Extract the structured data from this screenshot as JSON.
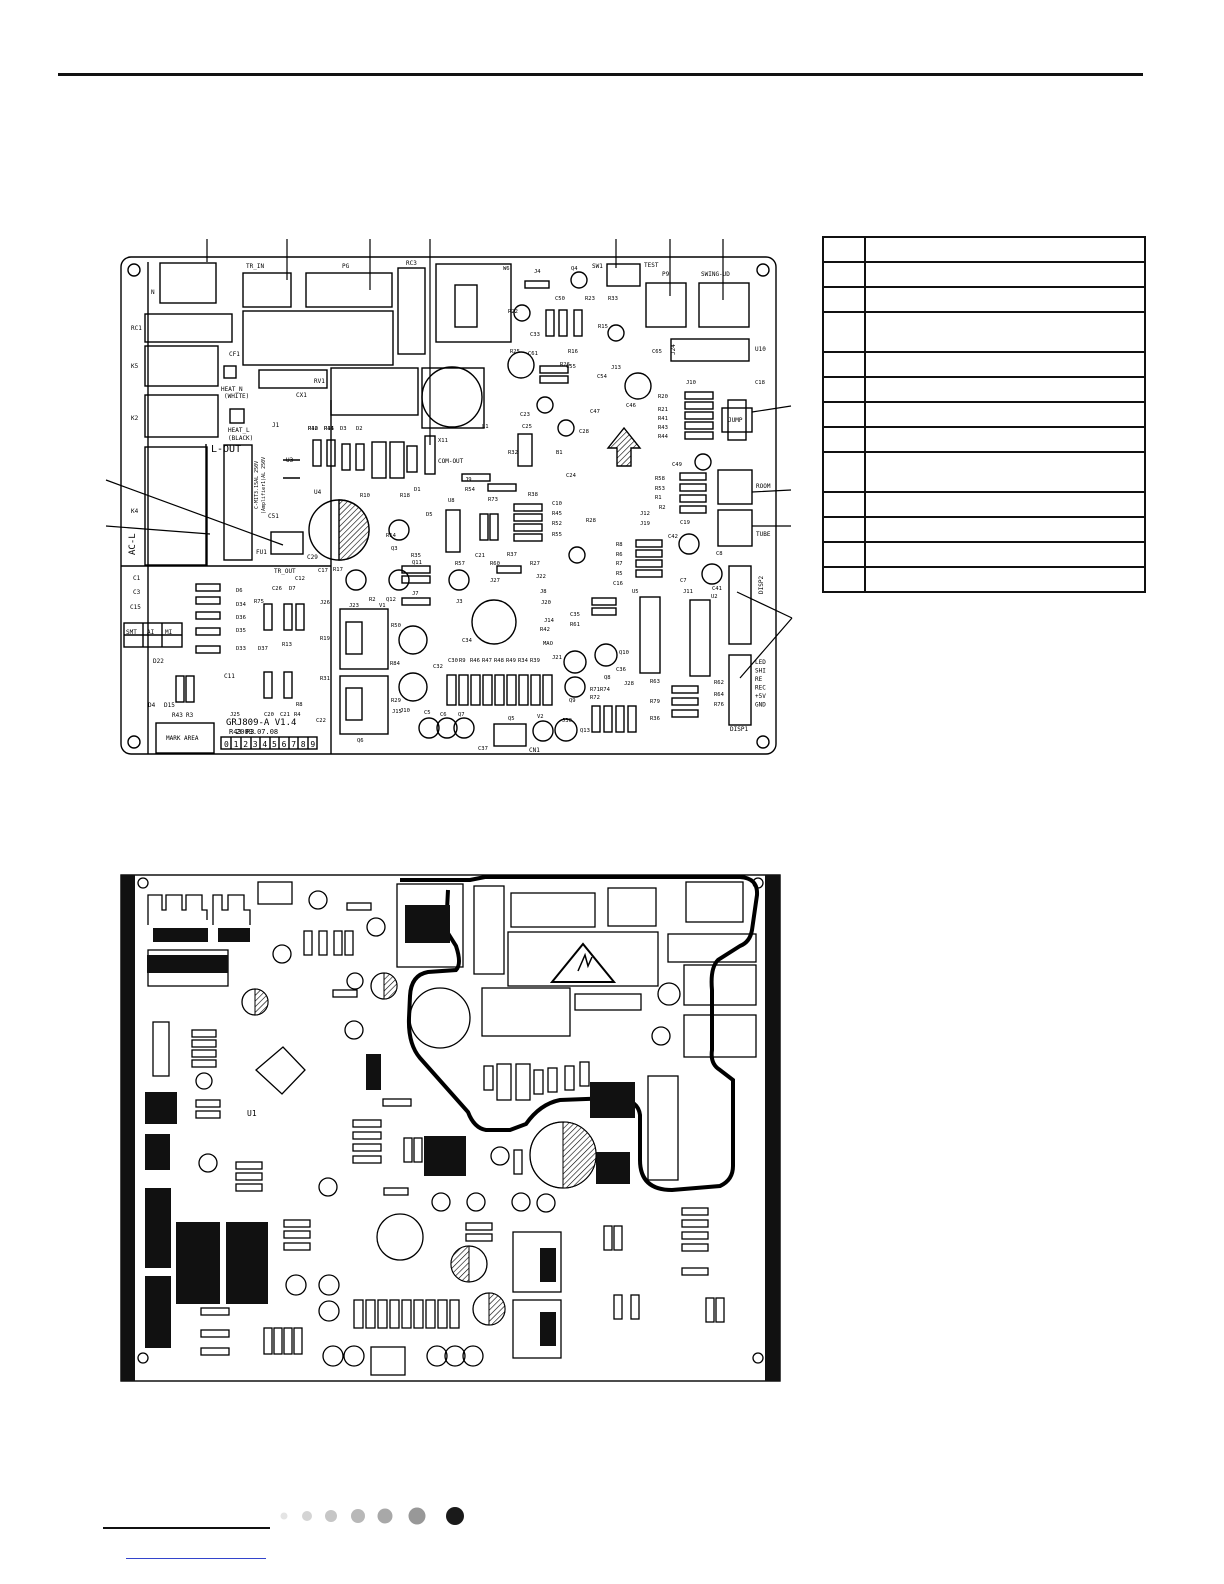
{
  "diagram": {
    "board_id": "GRJ809-A V1.4",
    "board_date": "2009.07.08",
    "digits": [
      "0",
      "1",
      "2",
      "3",
      "4",
      "5",
      "6",
      "7",
      "8",
      "9"
    ],
    "checkboxes": [
      "SMT",
      "AI",
      "MI"
    ],
    "mark_area": "MARK AREA",
    "connectors": {
      "n": "N",
      "tr_in": "TR_IN",
      "pg": "PG",
      "rc3": "RC3",
      "sw1": "SW1",
      "test": "TEST",
      "p9": "P9",
      "swing_ud": "SWING-UD",
      "jump": "JUMP",
      "room": "ROOM",
      "tube": "TUBE",
      "disp2": "DISP2",
      "disp1": "DISP1",
      "l_out": "L-OUT",
      "ac_l": "AC-L",
      "heat_n": "HEAT_N",
      "heat_n_color": "(WHITE)",
      "heat_l": "HEAT_L",
      "heat_l_color": "(BLACK)",
      "com_out": "COM-OUT",
      "tr_out": "TR_OUT",
      "fu1": "FU1",
      "cn1": "CN1",
      "u10": "U10",
      "j24": "J24"
    },
    "disp_pins": [
      "LED",
      "SHI",
      "RE",
      "REC",
      "+5V",
      "GND"
    ],
    "fuse_text": "C-MIT3.15AL 250V",
    "fuse_text2": "(Amplifier1)AL 250V",
    "labels_left": [
      "RC1",
      "K5",
      "K2",
      "K4",
      "C1",
      "C3",
      "C15",
      "CF1",
      "CX1",
      "RV1",
      "J1",
      "U3",
      "U4",
      "C51",
      "C29",
      "D22",
      "D4",
      "D15",
      "C11",
      "R43",
      "R3"
    ],
    "labels_mid": [
      "R12",
      "R11",
      "D3",
      "D2",
      "R10",
      "R18",
      "D1",
      "X11",
      "L1",
      "W6",
      "J4",
      "Q4",
      "R22",
      "C50",
      "R23",
      "R33",
      "C33",
      "R26",
      "R16",
      "R25",
      "C61",
      "C55",
      "R15",
      "C54",
      "J13",
      "C23",
      "C47",
      "C28",
      "C25",
      "R32",
      "B1",
      "C24",
      "J9",
      "R54",
      "R73",
      "R38",
      "C10",
      "R45",
      "R52",
      "R55",
      "R28",
      "D5",
      "U8",
      "C21",
      "R37",
      "R27",
      "J12",
      "J19",
      "J22",
      "J27",
      "R60",
      "R57",
      "Q11",
      "R35",
      "J7",
      "R14",
      "Q12",
      "Q3",
      "R17",
      "C17",
      "C12",
      "C26",
      "D7",
      "R75",
      "D6",
      "D34",
      "D36",
      "D35",
      "D33",
      "D37",
      "R13",
      "R19",
      "J26",
      "J23",
      "R2",
      "V1",
      "R50",
      "R84",
      "C32",
      "J3",
      "C34",
      "MAO",
      "C35",
      "R61",
      "R42",
      "J14",
      "J8",
      "J20",
      "J21",
      "Q10",
      "C36",
      "Q9",
      "Q8",
      "J10",
      "R29",
      "J15",
      "C5",
      "C6",
      "Q7",
      "Q6",
      "Q5",
      "V2",
      "J30",
      "Q13",
      "C37",
      "J28",
      "C22",
      "R31",
      "J25",
      "C20",
      "C21",
      "R4",
      "R8",
      "C30",
      "R9",
      "R46",
      "R47",
      "R48",
      "R49",
      "R34",
      "R39",
      "R40",
      "R44"
    ],
    "labels_right": [
      "C65",
      "C46",
      "R20",
      "R21",
      "R41",
      "R43",
      "R44",
      "J10",
      "C18",
      "C49",
      "R58",
      "R53",
      "R1",
      "R2",
      "C19",
      "C42",
      "C8",
      "C7",
      "C41",
      "U2",
      "J11",
      "R8",
      "R6",
      "R7",
      "R5",
      "C16",
      "U5",
      "R71",
      "R72",
      "R74",
      "R79",
      "R36",
      "R63",
      "R62",
      "R64",
      "R76"
    ]
  },
  "page_dots": {
    "count": 7,
    "active": 7
  }
}
